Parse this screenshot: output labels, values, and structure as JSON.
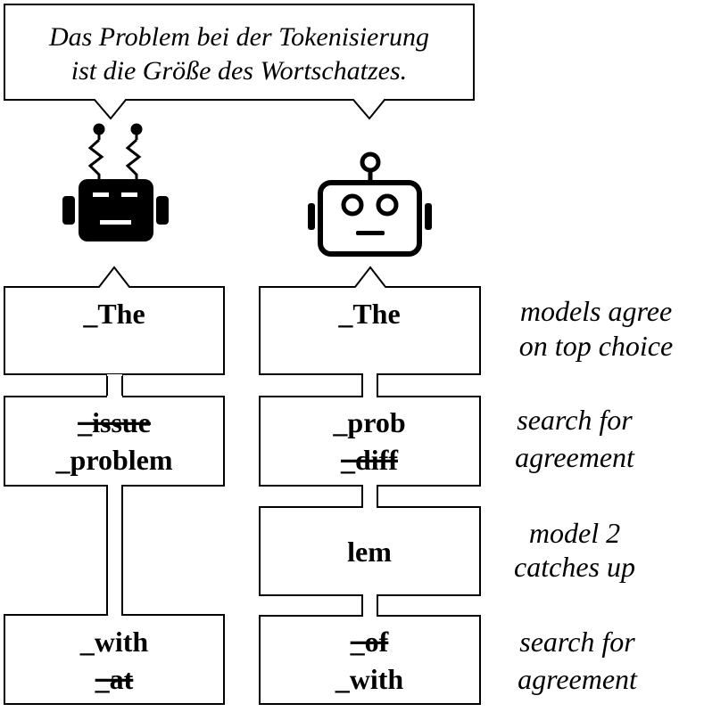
{
  "speech_bubble": {
    "line1": "Das Problem bei der Tokenisierung",
    "line2": "ist die Größe des Wortschatzes."
  },
  "model1": {
    "icon": "robot-antennas-icon",
    "steps": [
      {
        "tokens": [
          {
            "text": "_The",
            "rejected": false
          }
        ]
      },
      {
        "tokens": [
          {
            "text": "_issue",
            "rejected": true
          },
          {
            "text": "_problem",
            "rejected": false
          }
        ]
      },
      {
        "tokens": [
          {
            "text": "_with",
            "rejected": false
          },
          {
            "text": "_at",
            "rejected": true
          }
        ]
      }
    ]
  },
  "model2": {
    "icon": "robot-outline-icon",
    "steps": [
      {
        "tokens": [
          {
            "text": "_The",
            "rejected": false
          }
        ]
      },
      {
        "tokens": [
          {
            "text": "_prob",
            "rejected": false
          },
          {
            "text": "_diff",
            "rejected": true
          }
        ]
      },
      {
        "tokens": [
          {
            "text": "lem",
            "rejected": false
          }
        ]
      },
      {
        "tokens": [
          {
            "text": "_of",
            "rejected": true
          },
          {
            "text": "_with",
            "rejected": false
          }
        ]
      }
    ]
  },
  "annotations": [
    {
      "line1": "models agree",
      "line2": "on top choice"
    },
    {
      "line1": "search for",
      "line2": "agreement"
    },
    {
      "line1": "model 2",
      "line2": "catches up"
    },
    {
      "line1": "search for",
      "line2": "agreement"
    }
  ]
}
